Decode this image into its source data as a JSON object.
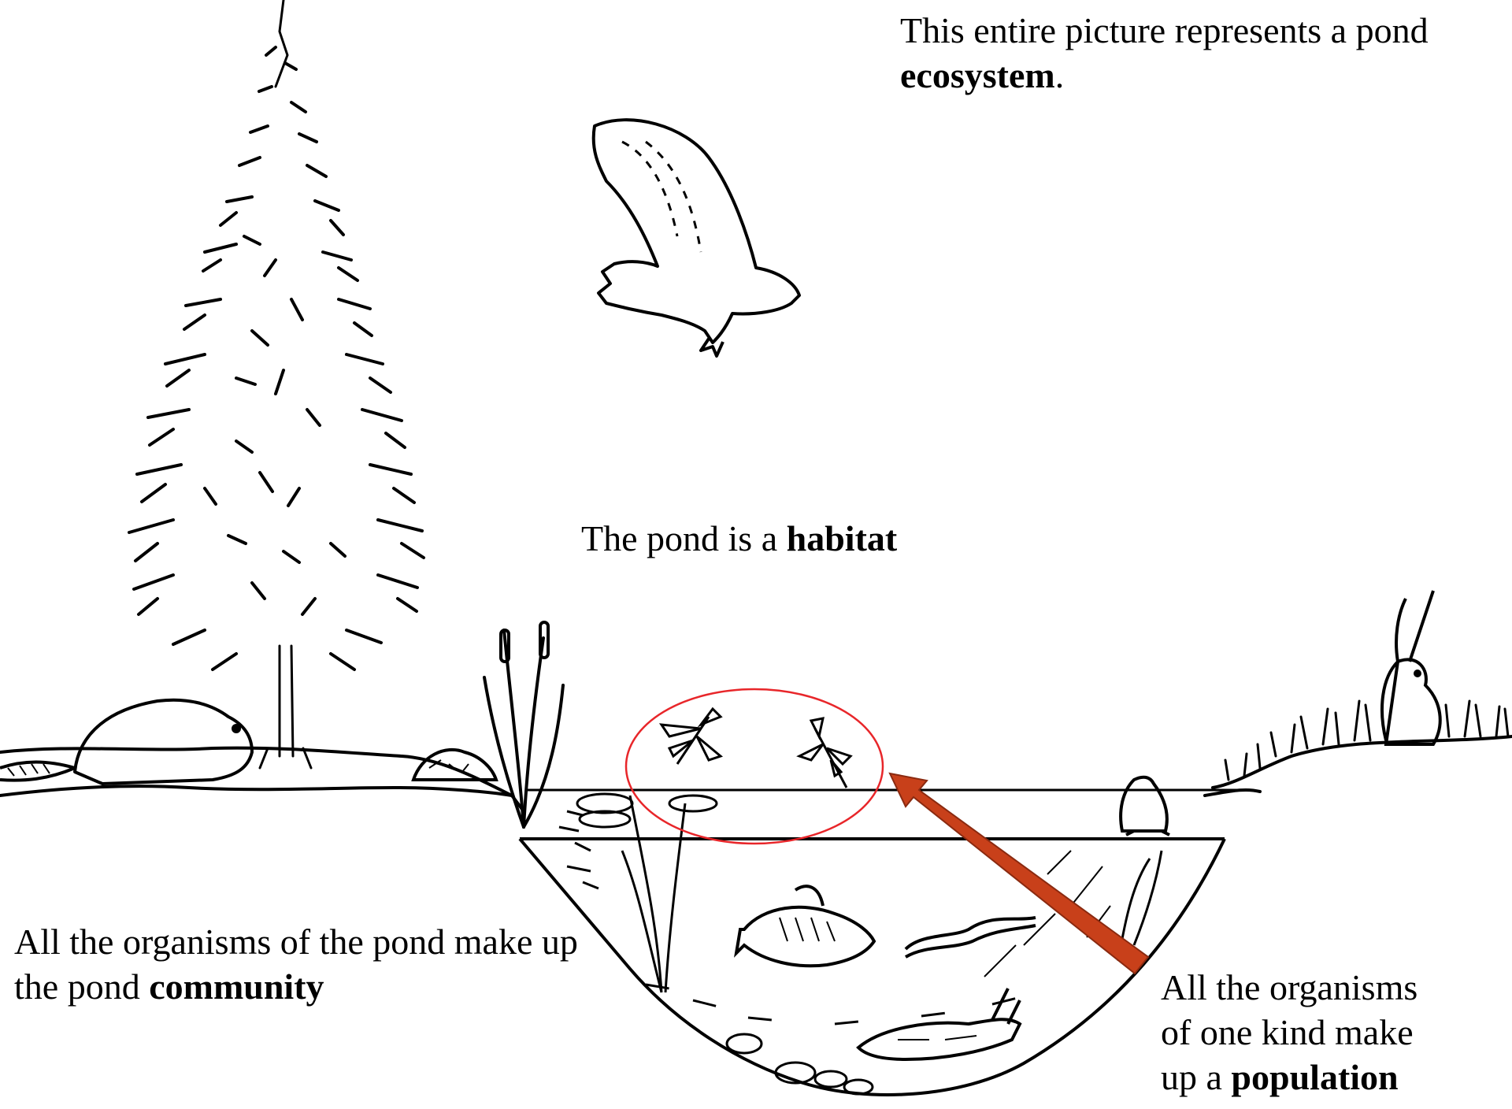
{
  "captions": {
    "ecosystem": {
      "line1": "This entire picture represents a pond",
      "term": "ecosystem",
      "after": "."
    },
    "habitat": {
      "before": "The pond is a ",
      "term": "habitat"
    },
    "community": {
      "line1": "All the organisms of the pond make up",
      "before": "the pond ",
      "term": "community"
    },
    "population": {
      "line1": "All the organisms",
      "line2": "of one kind make",
      "before": "up a ",
      "term": "population"
    }
  },
  "colors": {
    "ink": "#000000",
    "highlight_circle": "#e8262a",
    "arrow": "#c8401a",
    "arrow_outline": "#8a2a10"
  },
  "icons": [
    "conifer-tree-icon",
    "hawk-icon",
    "beaver-icon",
    "turtle-icon",
    "cattail-icon",
    "dragonfly-icon",
    "frog-icon",
    "rabbit-icon",
    "fish-icon",
    "eel-icon",
    "catfish-icon",
    "rock-icon",
    "grass-icon"
  ]
}
